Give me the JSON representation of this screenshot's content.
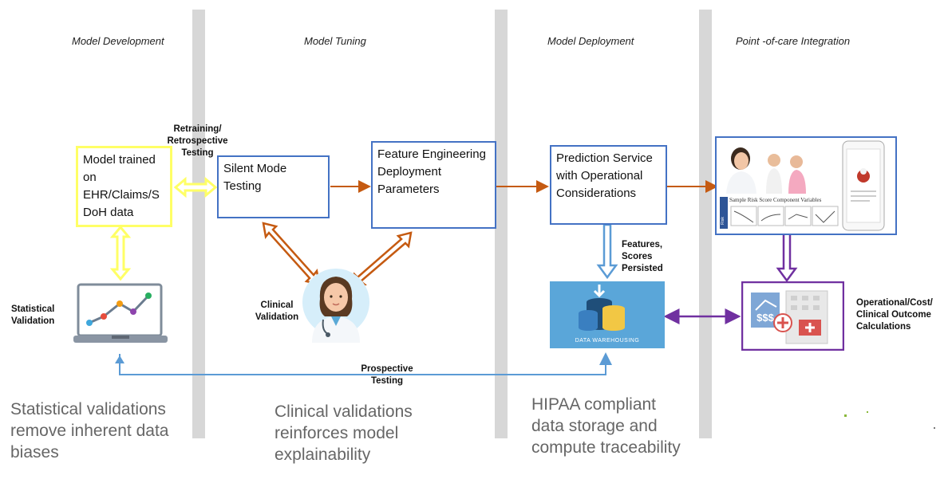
{
  "stages": [
    "Model  Development",
    "Model Tuning",
    "Model Deployment",
    "Point -of-care Integration"
  ],
  "boxes": {
    "model_trained": "Model trained on EHR/Claims/S DoH data",
    "silent_mode": "Silent Mode Testing",
    "feature_eng": "Feature Engineering Deployment Parameters",
    "prediction_service": "Prediction Service with Operational Considerations"
  },
  "labels": {
    "retraining": "Retraining/ Retrospective Testing",
    "statistical_validation": "Statistical Validation",
    "clinical_validation": "Clinical Validation",
    "features_scores": "Features, Scores Persisted",
    "prospective": "Prospective Testing",
    "operational": "Operational/Cost/ Clinical Outcome Calculations"
  },
  "warehouse_text": "DATA WAREHOUSING",
  "integration_image": {
    "chart_caption": "Sample Risk Score Component Variables",
    "axis_text": "Risk"
  },
  "captions": {
    "statistical": "Statistical validations remove inherent data biases",
    "clinical": "Clinical validations reinforces model explainability",
    "hipaa": "HIPAA compliant data storage and compute traceability"
  },
  "colors": {
    "box_border": "#4472c4",
    "yellow": "#ffff66",
    "brown": "#c55a11",
    "light_blue": "#5b9bd5",
    "purple": "#7030a0"
  },
  "icons": [
    "laptop-chart-icon",
    "doctor-icon",
    "data-warehouse-icon",
    "hospital-cost-icon",
    "clinic-app-image"
  ]
}
